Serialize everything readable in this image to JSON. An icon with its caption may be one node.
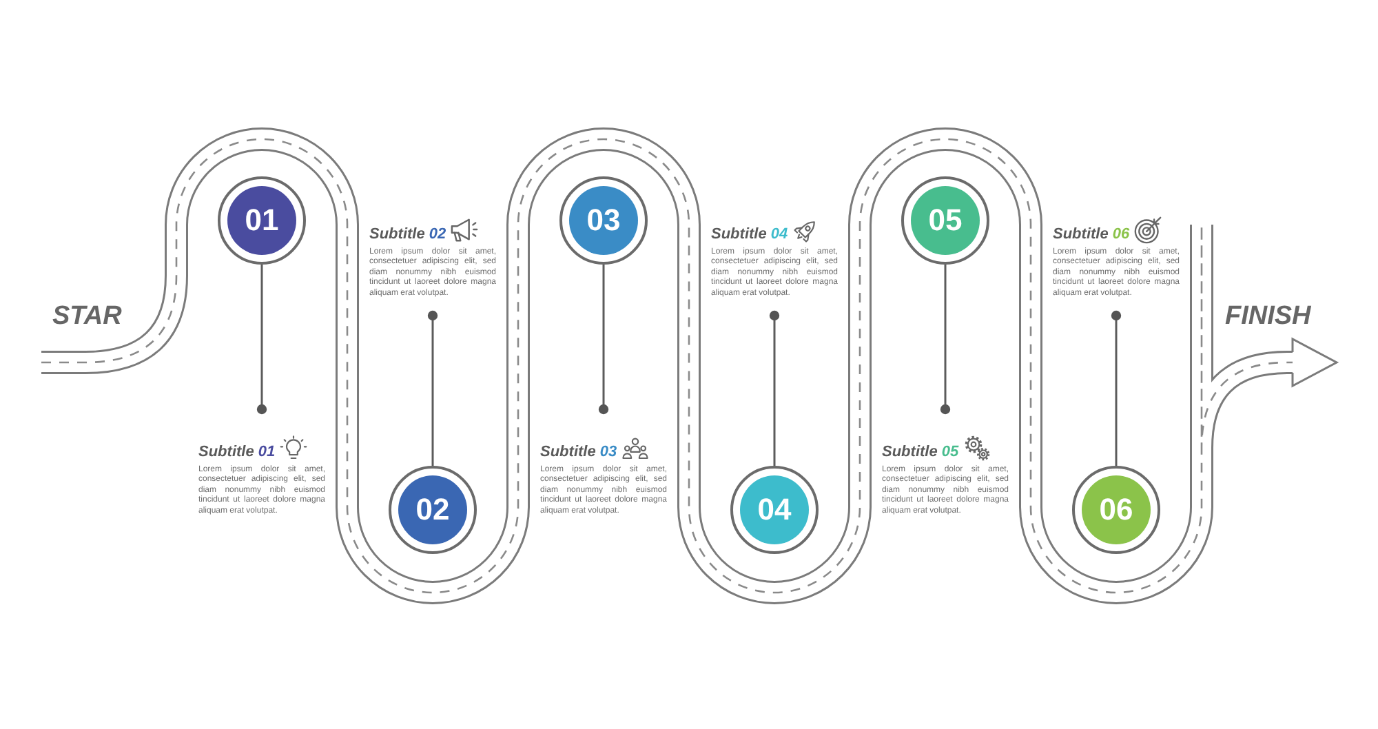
{
  "diagram": {
    "nodes": [
      {
        "text": [
          "01"
        ]
      },
      {
        "text": [
          "Subtitle 01",
          "Lorem ipsum dolor sit amet, consectetuer adipiscing elit, sed diam nonummy nibh euismod tincidunt ut laoreet dolore magna aliquam erat volutpat."
        ]
      },
      {
        "text": [
          "02"
        ]
      },
      {
        "text": [
          "Subtitle 02",
          "Lorem ipsum dolor sit amet, consectetuer adipiscing elit, sed diam nonummy nibh euismod tincidunt ut laoreet dolore magna aliquam erat volutpat."
        ]
      },
      {
        "text": [
          "03"
        ]
      },
      {
        "text": [
          "Subtitle 03",
          "Lorem ipsum dolor sit amet, consectetuer adipiscing elit, sed diam nonummy nibh euismod tincidunt ut laoreet dolore magna aliquam erat volutpat."
        ]
      },
      {
        "text": [
          "04"
        ]
      },
      {
        "text": [
          "Subtitle 04",
          "Lorem ipsum dolor sit amet, consectetuer adipiscing elit, sed diam nonummy nibh euismod tincidunt ut laoreet dolore magna aliquam erat volutpat."
        ]
      },
      {
        "text": [
          "05"
        ]
      },
      {
        "text": [
          "Subtitle 05",
          "Lorem ipsum dolor sit amet, consectetuer adipiscing elit, sed diam nonummy nibh euismod tincidunt ut laoreet dolore magna aliquam erat volutpat."
        ]
      },
      {
        "text": [
          "06"
        ]
      },
      {
        "text": [
          "Subtitle 06",
          "Lorem ipsum dolor sit amet, consectetuer adipiscing elit, sed diam nonummy nibh euismod tincidunt ut laoreet dolore magna aliquam erat volutpat."
        ]
      }
    ],
    "edges": [
      {
        "from": 0,
        "to": 1,
        "arrow": "other"
      },
      {
        "from": 2,
        "to": 3,
        "arrow": "other"
      },
      {
        "from": 4,
        "to": 5,
        "arrow": "other"
      },
      {
        "from": 6,
        "to": 7,
        "arrow": "other"
      },
      {
        "from": 8,
        "to": 9,
        "arrow": "other"
      },
      {
        "from": 10,
        "to": 11,
        "arrow": "other"
      }
    ],
    "labels": [
      "STAR",
      "FINISH"
    ]
  }
}
